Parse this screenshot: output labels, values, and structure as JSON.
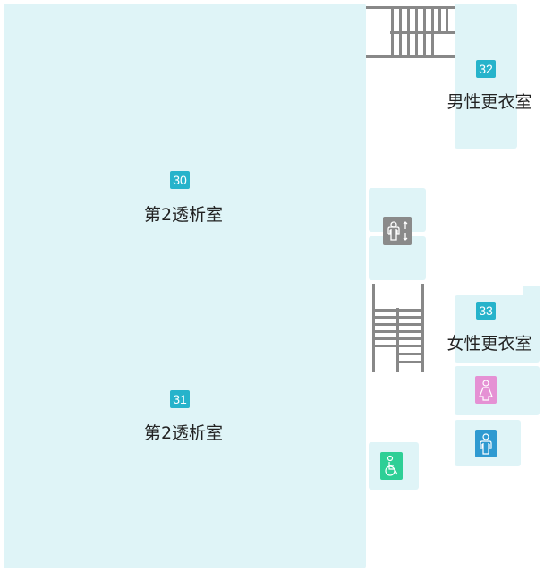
{
  "rooms": [
    {
      "number": "30",
      "name": "第2透析室"
    },
    {
      "number": "31",
      "name": "第2透析室"
    },
    {
      "number": "32",
      "name": "男性更衣室"
    },
    {
      "number": "33",
      "name": "女性更衣室"
    }
  ],
  "icons": {
    "elevator": "elevator-icon",
    "female_toilet": "female-toilet-icon",
    "male_toilet": "male-toilet-icon",
    "accessible_toilet": "wheelchair-icon"
  },
  "colors": {
    "room": "#dff4f7",
    "badge": "#26b3cb",
    "elevator": "#8a8a8a",
    "female": "#e591d4",
    "male": "#2f9ad1",
    "accessible": "#2ecf96"
  }
}
